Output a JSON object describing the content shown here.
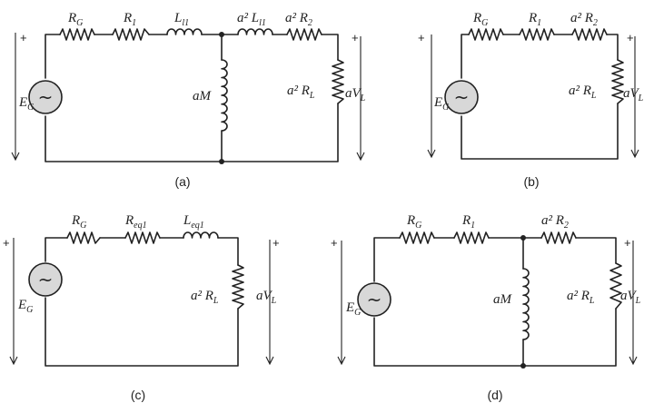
{
  "diagrams": [
    {
      "caption": "(a)",
      "source_label": "E",
      "source_sub": "G",
      "output_label": "aV",
      "output_sub": "L",
      "series": [
        {
          "kind": "resistor",
          "main": "R",
          "sub": "G"
        },
        {
          "kind": "resistor",
          "main": "R",
          "sub": "1"
        },
        {
          "kind": "inductor",
          "main": "L",
          "sub": "l1"
        },
        {
          "kind": "inductor",
          "main": "a² L",
          "sub": "l1"
        },
        {
          "kind": "resistor",
          "main": "a² R",
          "sub": "2"
        }
      ],
      "shunt": {
        "kind": "inductor",
        "main": "aM"
      },
      "load": {
        "main": "a² R",
        "sub": "L"
      }
    },
    {
      "caption": "(b)",
      "source_label": "E",
      "source_sub": "G",
      "output_label": "aV",
      "output_sub": "L",
      "series": [
        {
          "kind": "resistor",
          "main": "R",
          "sub": "G"
        },
        {
          "kind": "resistor",
          "main": "R",
          "sub": "1"
        },
        {
          "kind": "resistor",
          "main": "a² R",
          "sub": "2"
        }
      ],
      "load": {
        "main": "a² R",
        "sub": "L"
      }
    },
    {
      "caption": "(c)",
      "source_label": "E",
      "source_sub": "G",
      "output_label": "aV",
      "output_sub": "L",
      "series": [
        {
          "kind": "resistor",
          "main": "R",
          "sub": "G"
        },
        {
          "kind": "resistor",
          "main": "R",
          "sub": "eq1"
        },
        {
          "kind": "inductor",
          "main": "L",
          "sub": "eq1"
        }
      ],
      "load": {
        "main": "a² R",
        "sub": "L"
      }
    },
    {
      "caption": "(d)",
      "source_label": "E",
      "source_sub": "G",
      "output_label": "aV",
      "output_sub": "L",
      "series": [
        {
          "kind": "resistor",
          "main": "R",
          "sub": "G"
        },
        {
          "kind": "resistor",
          "main": "R",
          "sub": "1"
        },
        {
          "kind": "resistor",
          "main": "a² R",
          "sub": "2"
        }
      ],
      "shunt": {
        "kind": "inductor",
        "main": "aM"
      },
      "load": {
        "main": "a² R",
        "sub": "L"
      }
    }
  ],
  "plus_sign": "+",
  "tilde": "~"
}
